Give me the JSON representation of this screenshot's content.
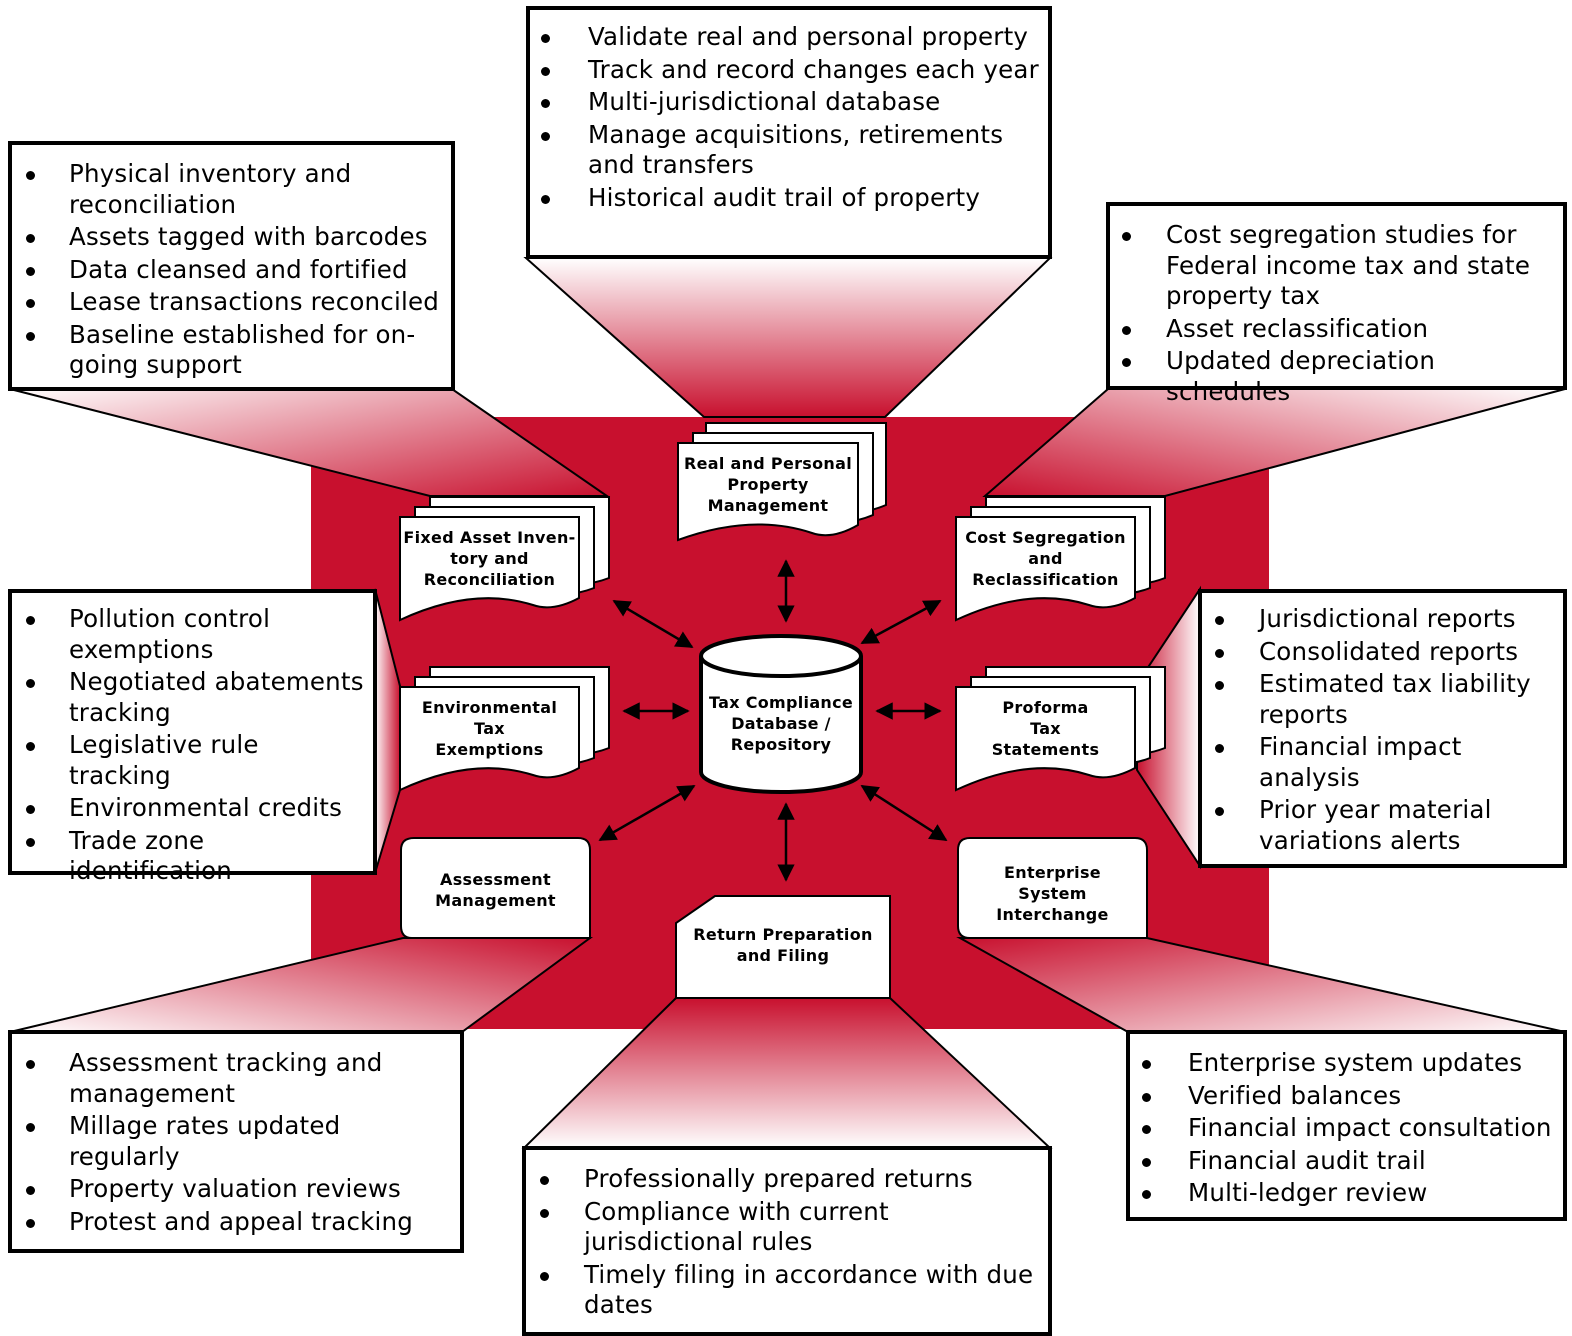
{
  "colors": {
    "background_red": "#c8102e",
    "callout_red": "#c8102e",
    "box_border": "#000000",
    "box_fill": "#ffffff"
  },
  "center": {
    "label_line1": "Tax Compliance",
    "label_line2": "Database /",
    "label_line3": "Repository"
  },
  "nodes": {
    "fixed_asset": {
      "line1": "Fixed Asset Inven-",
      "line2": "tory and",
      "line3": "Reconciliation"
    },
    "real_personal": {
      "line1": "Real and Personal",
      "line2": "Property",
      "line3": "Management"
    },
    "cost_segregation": {
      "line1": "Cost Segregation",
      "line2": "and",
      "line3": "Reclassification"
    },
    "environmental": {
      "line1": "Environmental",
      "line2": "Tax",
      "line3": "Exemptions"
    },
    "proforma": {
      "line1": "Proforma",
      "line2": "Tax",
      "line3": "Statements"
    },
    "assessment": {
      "line1": "Assessment",
      "line2": "Management"
    },
    "enterprise": {
      "line1": "Enterprise",
      "line2": "System",
      "line3": "Interchange"
    },
    "return_prep": {
      "line1": "Return Preparation",
      "line2": "and Filing"
    }
  },
  "boxes": {
    "top": [
      "Validate real and personal property",
      "Track and record changes each year",
      "Multi-jurisdictional database",
      "Manage acquisitions, retirements and transfers",
      "Historical audit trail of property"
    ],
    "top_left": [
      "Physical inventory and reconciliation",
      "Assets tagged with barcodes",
      "Data cleansed and fortified",
      "Lease transactions reconciled",
      "Baseline established for on-going support"
    ],
    "top_right": [
      "Cost segregation studies for Federal income tax and state property tax",
      "Asset reclassification",
      "Updated depreciation schedules"
    ],
    "left": [
      "Pollution control exemptions",
      "Negotiated abatements tracking",
      "Legislative rule tracking",
      "Environmental credits",
      "Trade zone identification"
    ],
    "right": [
      "Jurisdictional reports",
      "Consolidated reports",
      "Estimated tax liability reports",
      "Financial impact analysis",
      "Prior year material variations alerts"
    ],
    "bottom_left": [
      "Assessment tracking and management",
      "Millage rates updated regularly",
      "Property valuation reviews",
      "Protest and appeal tracking"
    ],
    "bottom": [
      "Professionally prepared returns",
      "Compliance with current jurisdictional rules",
      "Timely filing in accordance with due dates"
    ],
    "bottom_right": [
      "Enterprise system updates",
      "Verified balances",
      "Financial impact consultation",
      "Financial audit trail",
      "Multi-ledger review"
    ]
  }
}
